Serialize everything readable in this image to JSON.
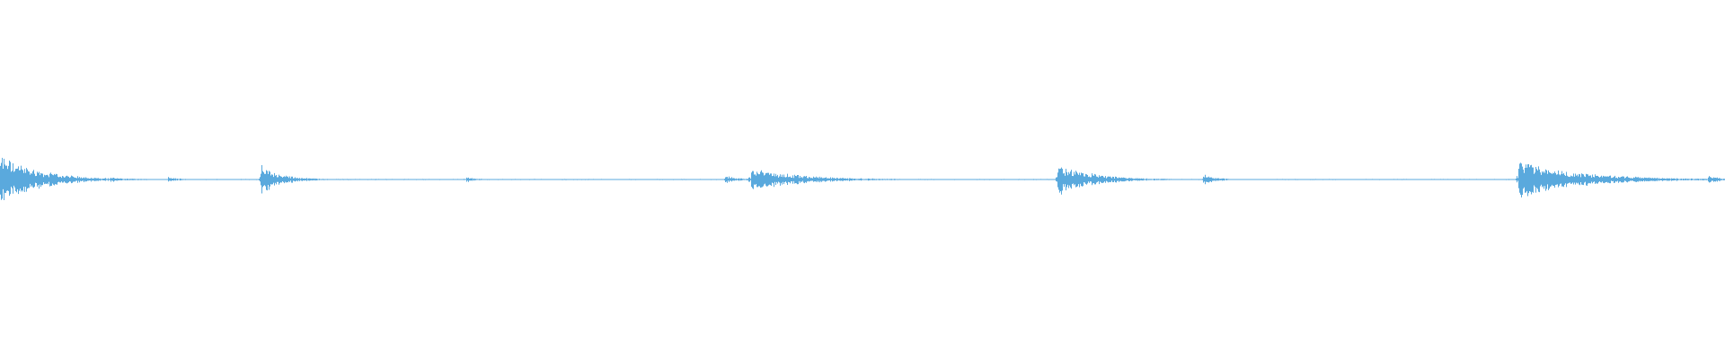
{
  "waveform": {
    "color": "#5aa9dd",
    "background": "#ffffff",
    "baseline_amplitude": 0.012,
    "transients": [
      {
        "position": 0.0,
        "amplitude": 0.95,
        "decay": 0.022
      },
      {
        "position": 0.064,
        "amplitude": 0.12,
        "decay": 0.006
      },
      {
        "position": 0.097,
        "amplitude": 0.12,
        "decay": 0.006
      },
      {
        "position": 0.151,
        "amplitude": 0.55,
        "decay": 0.012
      },
      {
        "position": 0.27,
        "amplitude": 0.12,
        "decay": 0.006
      },
      {
        "position": 0.42,
        "amplitude": 0.15,
        "decay": 0.008
      },
      {
        "position": 0.435,
        "amplitude": 0.42,
        "decay": 0.03
      },
      {
        "position": 0.613,
        "amplitude": 0.6,
        "decay": 0.02
      },
      {
        "position": 0.697,
        "amplitude": 0.2,
        "decay": 0.008
      },
      {
        "position": 0.88,
        "amplitude": 0.72,
        "decay": 0.035
      },
      {
        "position": 0.91,
        "amplitude": 0.18,
        "decay": 0.012
      },
      {
        "position": 0.955,
        "amplitude": 0.12,
        "decay": 0.008
      },
      {
        "position": 0.99,
        "amplitude": 0.15,
        "decay": 0.008
      }
    ]
  }
}
